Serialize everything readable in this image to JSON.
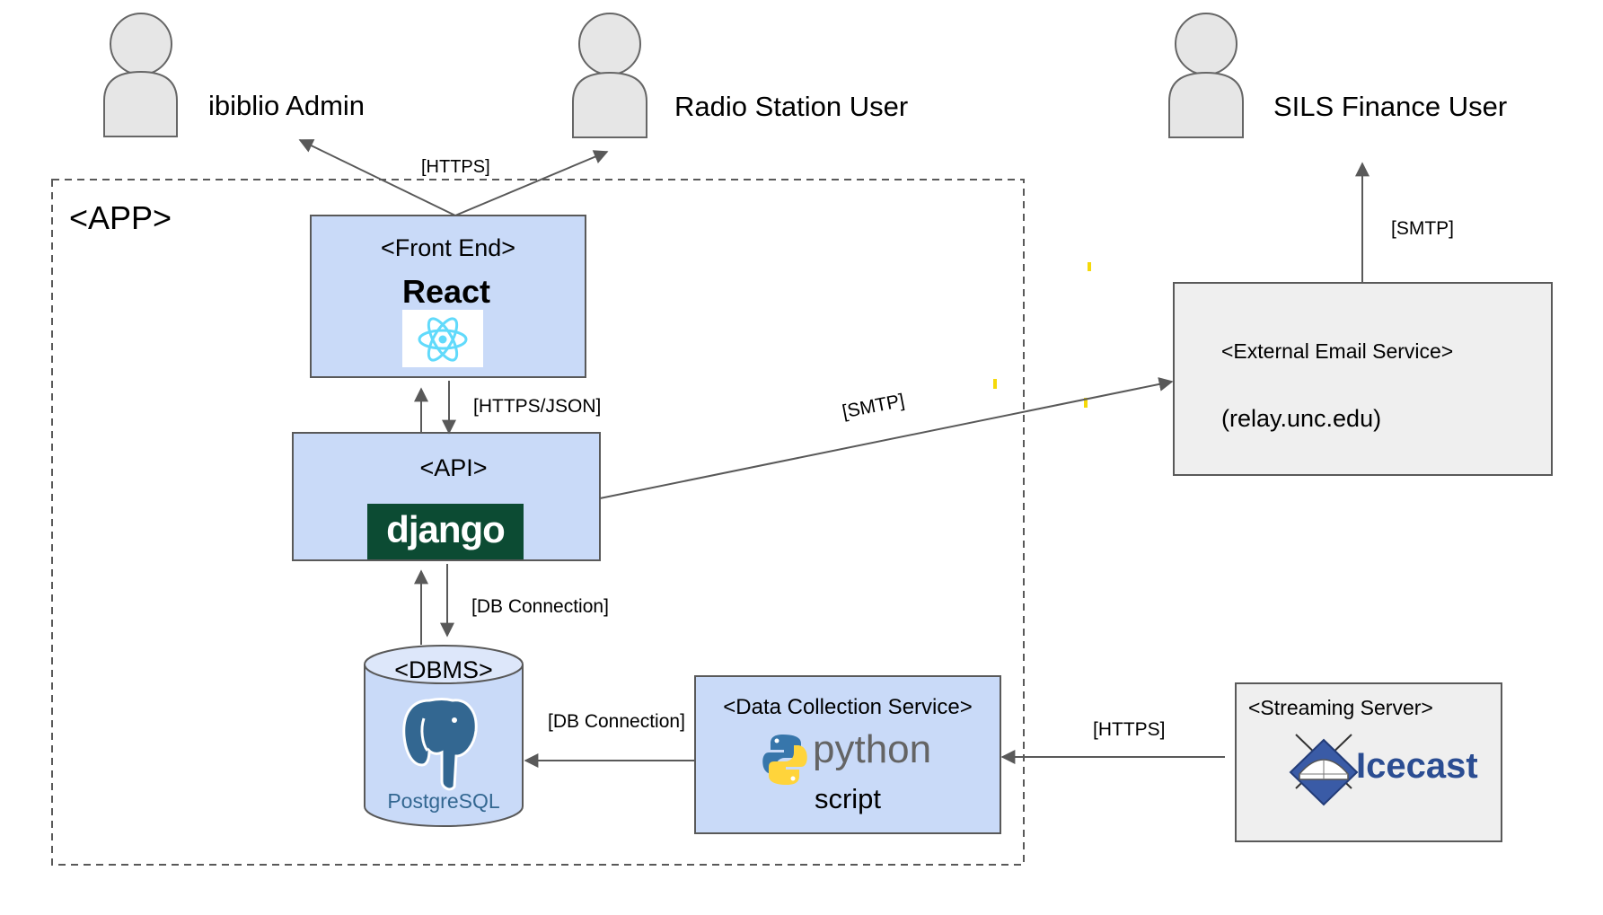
{
  "actors": {
    "ibiblio_admin": "ibiblio Admin",
    "radio_station_user": "Radio Station User",
    "sils_finance_user": "SILS Finance User"
  },
  "boundary": {
    "label": "<APP>"
  },
  "frontend": {
    "title": "<Front End>",
    "tech": "React",
    "logo_icon": "react-atom-icon"
  },
  "api": {
    "title": "<API>",
    "logo_text": "django"
  },
  "dbms": {
    "title": "<DBMS>",
    "logo_icon": "postgresql-elephant-icon",
    "logo_text": "PostgreSQL"
  },
  "data_collection": {
    "title": "<Data Collection Service>",
    "logo_text": "python",
    "sub": "script"
  },
  "email_service": {
    "title": "<External Email Service>",
    "host": "(relay.unc.edu)"
  },
  "streaming": {
    "title": "<Streaming Server>",
    "logo_text": "Icecast"
  },
  "edges": {
    "users_https": "[HTTPS]",
    "fe_api": "[HTTPS/JSON]",
    "api_email": "[SMTP]",
    "email_user": "[SMTP]",
    "api_db": "[DB Connection]",
    "script_db": "[DB Connection]",
    "stream_script": "[HTTPS]"
  },
  "colors": {
    "container_fill": "#c9daf8",
    "external_fill": "#efefef",
    "actor_fill": "#e6e6e6",
    "stroke": "#595959",
    "django_bg": "#0c4b33",
    "react_blue": "#61dafb",
    "postgres_blue": "#336791"
  }
}
